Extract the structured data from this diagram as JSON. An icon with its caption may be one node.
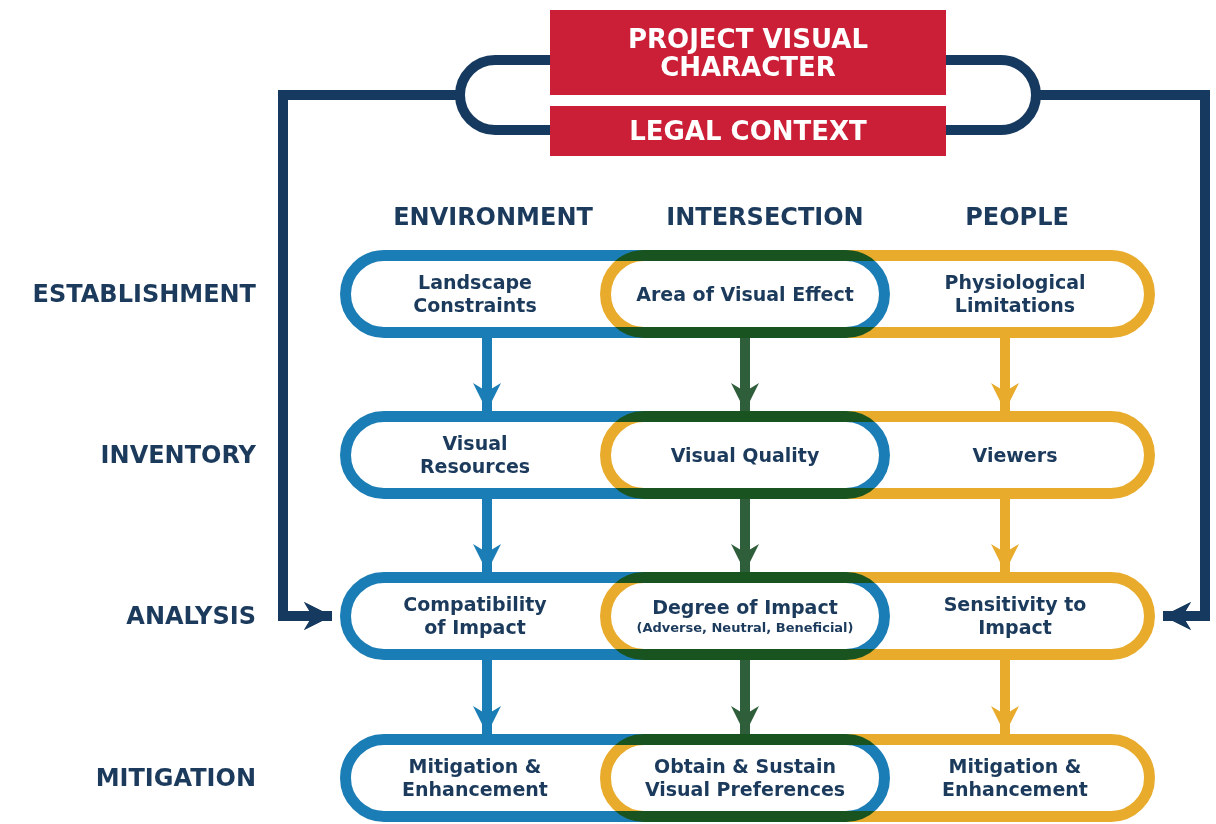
{
  "diagram": {
    "nodes": [
      {
        "text": [
          "PROJECT VISUAL CHARACTER"
        ]
      },
      {
        "text": [
          "LEGAL CONTEXT"
        ]
      },
      {
        "text": [
          "Landscape Constraints"
        ]
      },
      {
        "text": [
          "Area of Visual Effect"
        ]
      },
      {
        "text": [
          "Physiological Limitations"
        ]
      },
      {
        "text": [
          "Visual Resources"
        ]
      },
      {
        "text": [
          "Visual Quality"
        ]
      },
      {
        "text": [
          "Viewers"
        ]
      },
      {
        "text": [
          "Compatibility of Impact"
        ]
      },
      {
        "text": [
          "Degree of Impact",
          "(Adverse, Neutral, Beneficial)"
        ]
      },
      {
        "text": [
          "Sensitivity to Impact"
        ]
      },
      {
        "text": [
          "Mitigation & Enhancement"
        ]
      },
      {
        "text": [
          "Obtain & Sustain Visual Preferences"
        ]
      },
      {
        "text": [
          "Mitigation & Enhancement"
        ]
      }
    ],
    "edges": [
      {
        "from": 0,
        "to": 8,
        "arrow": "to"
      },
      {
        "from": 1,
        "to": 8,
        "arrow": "to"
      },
      {
        "from": 0,
        "to": 10,
        "arrow": "to"
      },
      {
        "from": 1,
        "to": 10,
        "arrow": "to"
      },
      {
        "from": 2,
        "to": 5,
        "arrow": "to",
        "color": "#1b7db5"
      },
      {
        "from": 3,
        "to": 6,
        "arrow": "to",
        "color": "#2f5e3b"
      },
      {
        "from": 4,
        "to": 7,
        "arrow": "to",
        "color": "#e8ab2c"
      },
      {
        "from": 5,
        "to": 8,
        "arrow": "to",
        "color": "#1b7db5"
      },
      {
        "from": 6,
        "to": 9,
        "arrow": "to",
        "color": "#2f5e3b"
      },
      {
        "from": 7,
        "to": 10,
        "arrow": "to",
        "color": "#e8ab2c"
      },
      {
        "from": 8,
        "to": 11,
        "arrow": "to",
        "color": "#1b7db5"
      },
      {
        "from": 9,
        "to": 12,
        "arrow": "to",
        "color": "#2f5e3b"
      },
      {
        "from": 10,
        "to": 13,
        "arrow": "to",
        "color": "#e8ab2c"
      }
    ],
    "labels": [
      "ENVIRONMENT",
      "INTERSECTION",
      "PEOPLE",
      "ESTABLISHMENT",
      "INVENTORY",
      "ANALYSIS",
      "MITIGATION"
    ]
  }
}
